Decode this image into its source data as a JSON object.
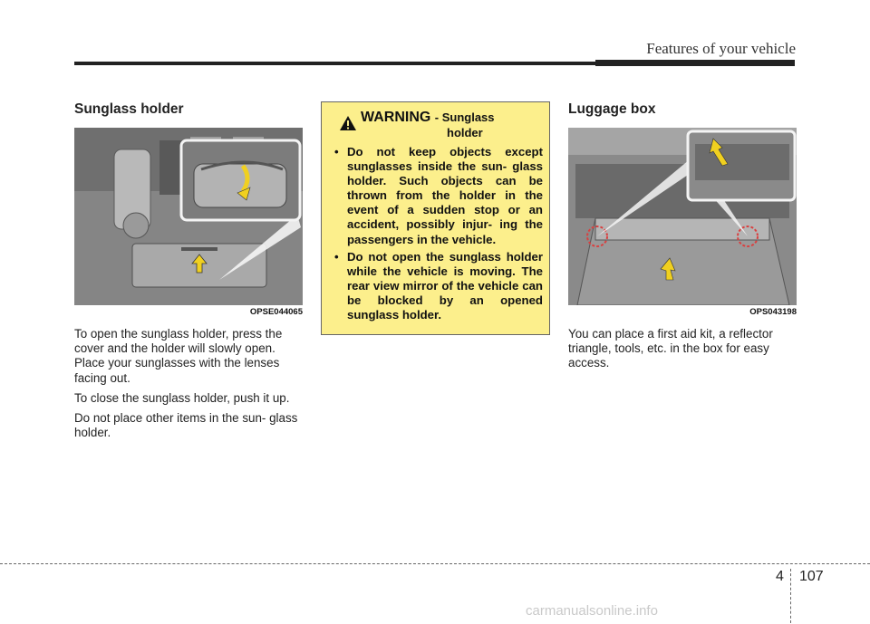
{
  "header": {
    "title": "Features of your vehicle"
  },
  "sunglass": {
    "heading": "Sunglass holder",
    "figure_code": "OPSE044065",
    "paragraphs": [
      "To open the sunglass holder, press the cover and the holder will slowly open. Place your sunglasses with the lenses facing out.",
      "To close the sunglass holder, push it up.",
      "Do not place other items in the sun- glass holder."
    ]
  },
  "warning": {
    "word": "WARNING",
    "subject_line1": "- Sunglass",
    "subject_line2": "holder",
    "items": [
      "Do not keep objects except sunglasses inside the sun- glass holder. Such objects can be thrown from the holder in the event of a sudden stop or an accident, possibly injur- ing the passengers in the vehicle.",
      "Do not open the sunglass holder while the vehicle is moving. The rear view mirror of the vehicle can be blocked by an opened sunglass holder."
    ]
  },
  "luggage": {
    "heading": "Luggage box",
    "figure_code": "OPS043198",
    "paragraph": "You can place a first aid kit, a reflector triangle, tools, etc. in the box for easy access."
  },
  "footer": {
    "chapter": "4",
    "page": "107",
    "watermark": "carmanualsonline.info"
  },
  "colors": {
    "warning_bg": "#fcef8c",
    "arrow_yellow": "#f0d020",
    "highlight_ring": "#d94040"
  }
}
